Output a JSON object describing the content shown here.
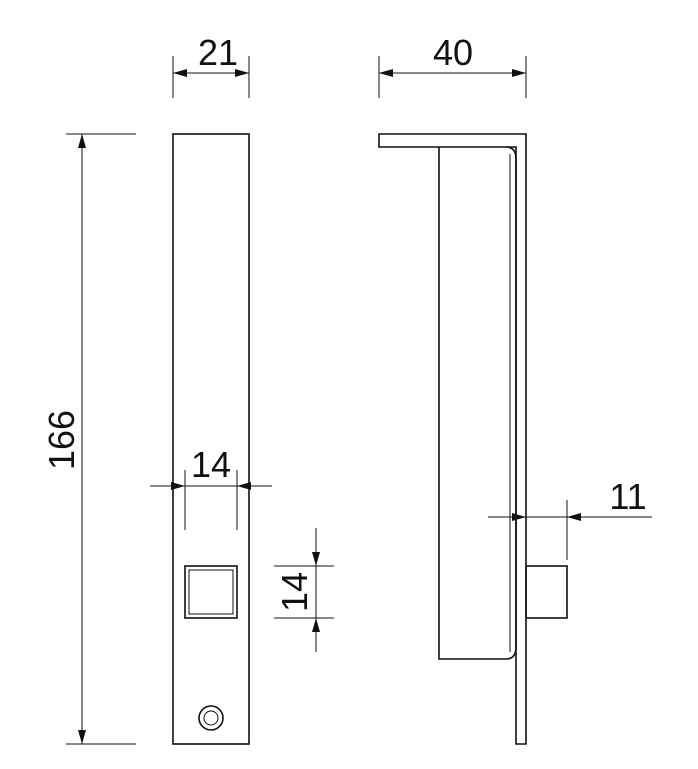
{
  "drawing": {
    "front_view": {
      "width_dim": "21",
      "height_dim": "166",
      "opening_width_dim": "14",
      "opening_height_dim": "14"
    },
    "side_view": {
      "depth_dim": "40",
      "bolt_projection_dim": "11"
    },
    "line_color": "#111111",
    "background": "#ffffff"
  }
}
